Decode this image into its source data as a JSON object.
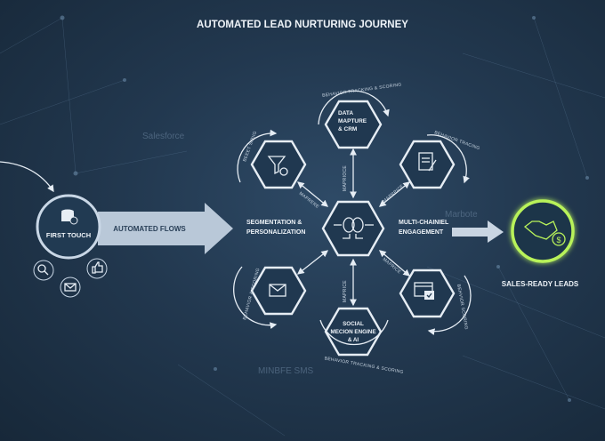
{
  "title": "AUTOMATED LEAD NURTURING JOURNEY",
  "first_touch": {
    "label": "FIRST TOUCH",
    "icon": "database-user-icon",
    "channels": [
      "search-icon",
      "email-icon",
      "thumbs-up-icon"
    ]
  },
  "flow_arrow": {
    "label": "AUTOMATED FLOWS"
  },
  "left_label": {
    "line1": "SEGMENTATION &",
    "line2": "PERSONALIZATION"
  },
  "right_label": {
    "line1": "MULTI-CHAINIEL",
    "line2": "ENGAGEMENT"
  },
  "hub": {
    "icon": "brain-circuit-icon"
  },
  "nodes": {
    "top": {
      "line1": "DATA",
      "line2": "MAPTURE",
      "line3": "& CRM",
      "arc": "BEHAVIOR TRACKING & SCORING"
    },
    "upper_left": {
      "icon": "funnel-gear-icon",
      "arc": "BEEET SIRIIG"
    },
    "upper_right": {
      "icon": "document-edit-icon",
      "arc": "BEHAVIOR TRACING"
    },
    "lower_left": {
      "icon": "envelope-icon",
      "arc": "BEHAVIOR & SCORING"
    },
    "lower_right": {
      "icon": "browser-check-icon",
      "arc": "BEHVIOR SCORING"
    },
    "bottom": {
      "line1": "SOCIAL",
      "line2": "MECION ENGINE",
      "line3": "& AI",
      "arc": "BEHAVIOR TRACKING & SCORING"
    }
  },
  "connector_labels": {
    "top": "MAPRIOCE",
    "upper_left": "MAPRERE",
    "upper_right": "MAPRPICE",
    "bottom": "MAPRICE",
    "lower_right": "MAPRICE"
  },
  "outcome": {
    "label": "SALES-READY LEADS",
    "icon": "handshake-dollar-icon",
    "color": "#b8f25a"
  },
  "watermarks": {
    "a": "Salesforce",
    "b": "Marbote",
    "c": "MINBFE SMS"
  }
}
